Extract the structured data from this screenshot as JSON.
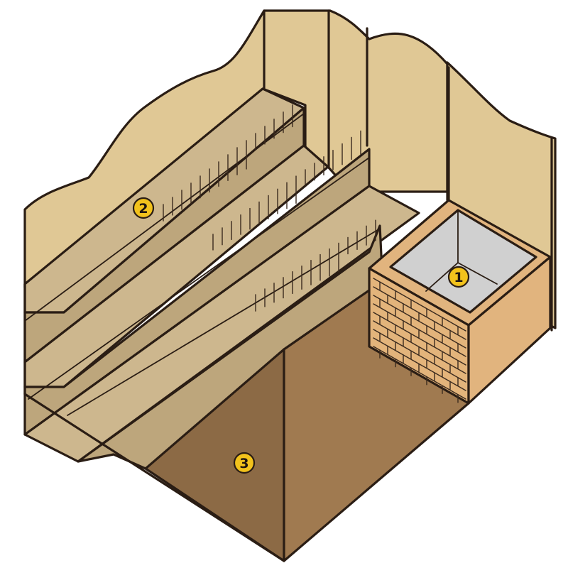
{
  "colors": {
    "outline": "#2a1d14",
    "wall": "#e0c895",
    "bench_top": "#cdb78e",
    "bench_front": "#bda67c",
    "floor_left": "#8c6a45",
    "floor_right": "#a07a50",
    "stove_metal": "#d0d0d0",
    "stove_brick": "#e3b47b",
    "stove_side": "#e1b47e",
    "marker_fill": "#f2c21c"
  },
  "markers": [
    {
      "id": "stove",
      "label": "1"
    },
    {
      "id": "bench",
      "label": "2"
    },
    {
      "id": "floor",
      "label": "3"
    }
  ]
}
